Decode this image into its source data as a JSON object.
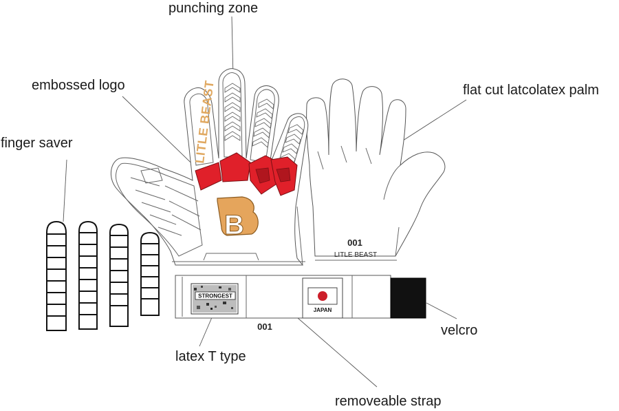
{
  "labels": {
    "punching_zone": "punching zone",
    "embossed_logo": "embossed logo",
    "flat_cut_palm": "flat cut latcolatex palm",
    "finger_saver": "finger saver",
    "velcro": "velcro",
    "latex_t_type": "latex T type",
    "removeable_strap": "removeable strap"
  },
  "glove_text": {
    "brand_vertical": "LITLE BEAST",
    "logo_letter": "B",
    "back_number": "001",
    "back_brand": "LITLE BEAST",
    "strap_number": "001",
    "strap_patch": "STRONGEST",
    "flag_country": "JAPAN"
  },
  "colors": {
    "punch_red": "#e0202a",
    "logo_gold": "#e5a55c",
    "velcro": "#111111",
    "flag_red": "#cc1f2a"
  }
}
